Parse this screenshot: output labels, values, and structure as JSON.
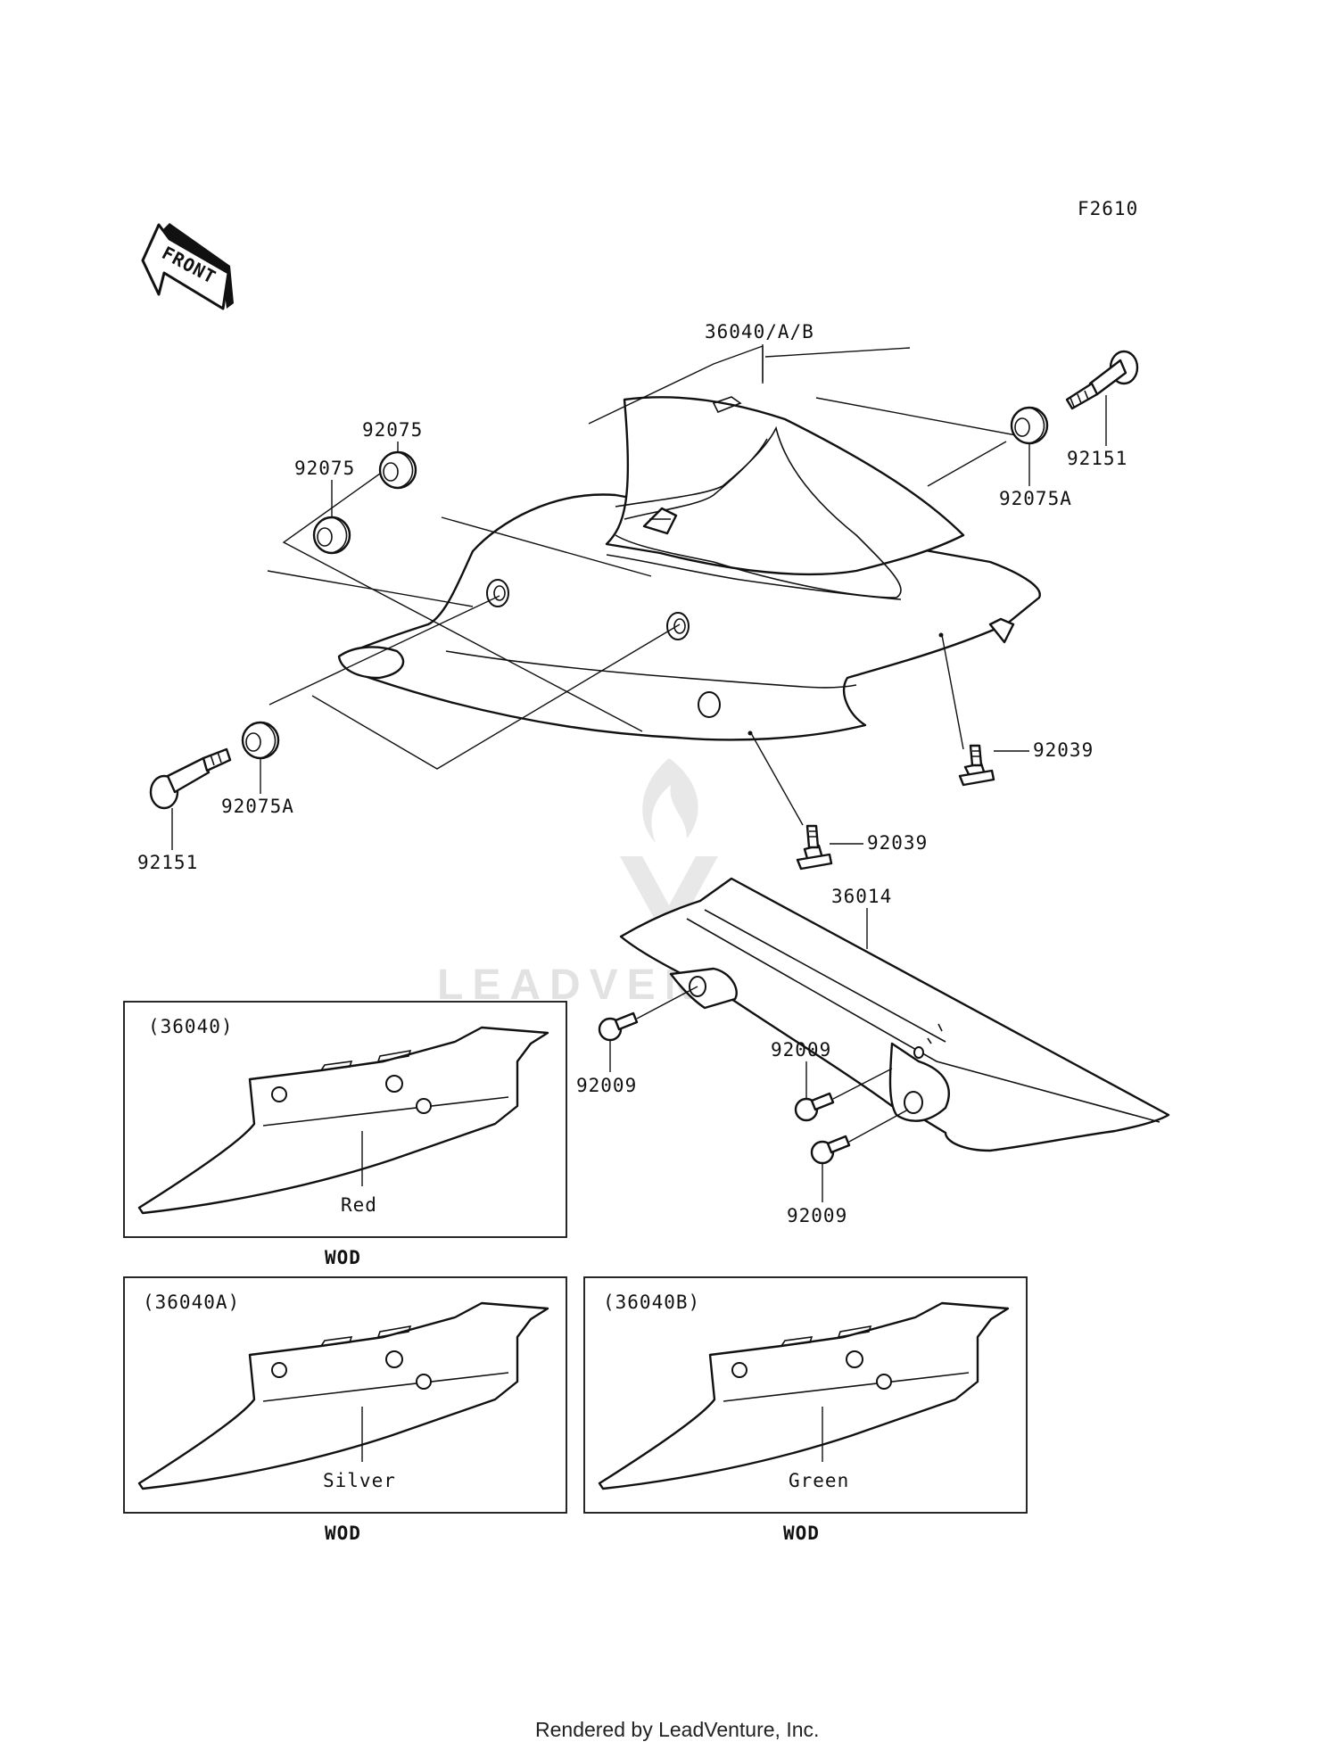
{
  "figure_code": "F2610",
  "front_label": "FRONT",
  "labels": {
    "l_36040ab": "36040/A/B",
    "l_92075_a": "92075",
    "l_92075_b": "92075",
    "l_92151_r": "92151",
    "l_92075A_r": "92075A",
    "l_92075A_l": "92075A",
    "l_92151_l": "92151",
    "l_92039_r": "92039",
    "l_92039_c": "92039",
    "l_36014": "36014",
    "l_92009_l": "92009",
    "l_92009_m": "92009",
    "l_92009_b": "92009"
  },
  "variants": [
    {
      "code": "(36040)",
      "color": "Red",
      "note": "WOD"
    },
    {
      "code": "(36040A)",
      "color": "Silver",
      "note": "WOD"
    },
    {
      "code": "(36040B)",
      "color": "Green",
      "note": "WOD"
    }
  ],
  "watermark": "LEADVENTURE",
  "footer": "Rendered by LeadVenture, Inc."
}
